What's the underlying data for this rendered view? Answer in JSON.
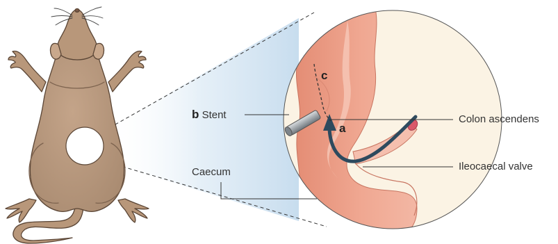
{
  "labels": {
    "a": "a",
    "b_letter": "b",
    "b_text": "Stent",
    "c": "c",
    "colon": "Colon ascendens",
    "valve": "Ileocaecal valve",
    "caecum": "Caecum"
  },
  "colors": {
    "mouse_fur": "#b8977a",
    "mouse_outline": "#5a4535",
    "mouse_shadow": "#9c7d63",
    "ear_inner": "#c9a88c",
    "lens_fill": "#fbf3e4",
    "colon_fill": "#eda18c",
    "colon_shade": "#e08a73",
    "colon_highlight": "#f6c2b0",
    "ileum_fill": "#f5bfae",
    "arrow": "#2e4a5e",
    "stent": "#9aa0a6",
    "leader": "#333333",
    "zoom_glow": "#d8e8f4"
  },
  "icons": {
    "animal": "mouse-illustration",
    "stent": "stent-tube"
  }
}
